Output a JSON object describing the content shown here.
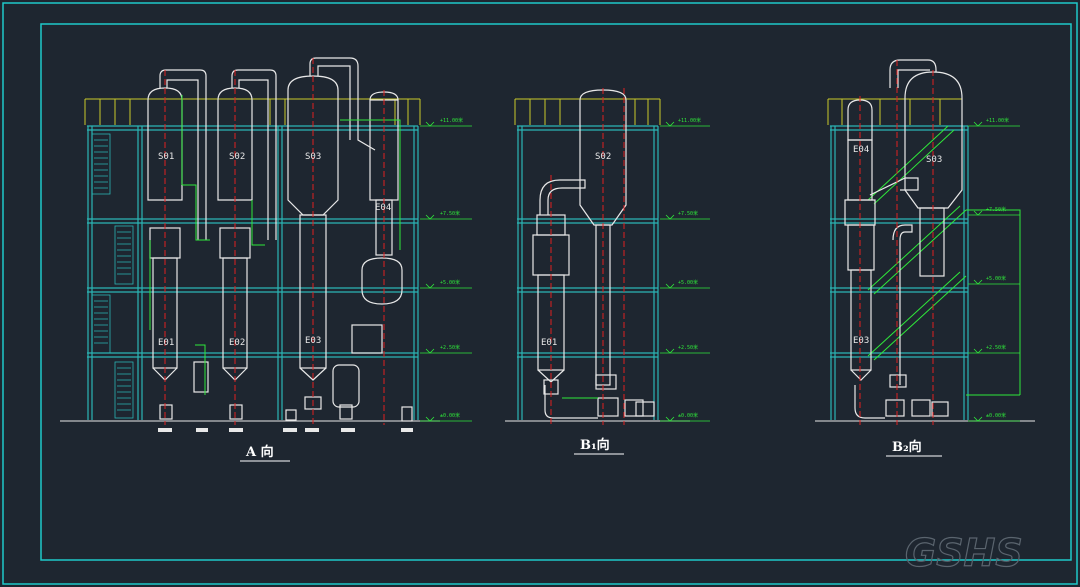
{
  "colors": {
    "background": "#1e2630",
    "frame": "#1fc9c9",
    "equipment": "#e8e8e8",
    "railing": "#c9c92a",
    "dimension": "#2fe83a",
    "centerline": "#e02020",
    "structure": "#2bb5b5",
    "stairs": "#2bb5b5"
  },
  "views": [
    {
      "id": "A",
      "title": "A  向",
      "vessels": [
        "S01",
        "S02",
        "S03",
        "E04",
        "E01",
        "E02",
        "E03"
      ],
      "elevations": [
        "+11.00米",
        "+7.50米",
        "+5.00米",
        "+2.50米",
        "±0.00米"
      ]
    },
    {
      "id": "B1",
      "title": "B₁向",
      "vessels": [
        "S02",
        "E01"
      ],
      "elevations": [
        "+11.00米",
        "+7.50米",
        "+5.00米",
        "+2.50米",
        "±0.00米"
      ]
    },
    {
      "id": "B2",
      "title": "B₂向",
      "vessels": [
        "E04",
        "S03",
        "E03"
      ],
      "elevations": [
        "+11.00米",
        "+7.50米",
        "+5.00米",
        "+2.50米",
        "±0.00米"
      ]
    }
  ],
  "watermark": "GSHS"
}
